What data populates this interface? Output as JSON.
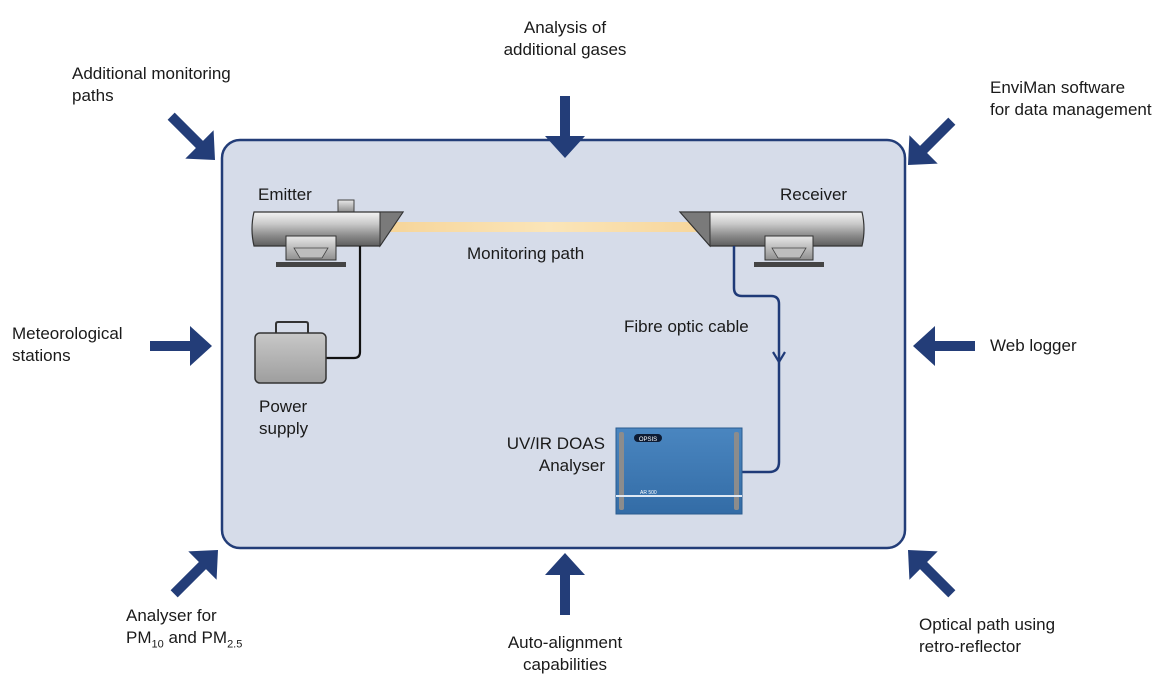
{
  "labels": {
    "monitoring_paths": [
      "Additional monitoring",
      "paths"
    ],
    "gases": [
      "Analysis of",
      "additional gases"
    ],
    "enviman": [
      "EnviMan software",
      "for data management"
    ],
    "meteo": [
      "Meteorological",
      "stations"
    ],
    "weblogger": "Web logger",
    "pm_line1": "Analyser for",
    "pm_line2": {
      "pm": "PM",
      "sub1": "10",
      "and": " and PM",
      "sub2": "2.5"
    },
    "autoalign": [
      "Auto-alignment",
      "capabilities"
    ],
    "optical": [
      "Optical path using",
      "retro-reflector"
    ],
    "emitter": "Emitter",
    "receiver": "Receiver",
    "monitoring_path": "Monitoring path",
    "fibre": "Fibre optic cable",
    "power": [
      "Power",
      "supply"
    ],
    "analyser": [
      "UV/IR DOAS",
      "Analyser"
    ],
    "device_badge": "OPSIS",
    "device_brand": "AR 500"
  },
  "colors": {
    "arrow": "#233d78",
    "panel_fill": "#d6dce9",
    "panel_border": "#233d78",
    "beam": "#f8dca0",
    "cable": "#1f3a78",
    "analyser": "#3d78b4"
  },
  "icons": {
    "arrows": "arrow-icon",
    "emitter": "emitter-icon",
    "receiver": "receiver-icon",
    "power": "power-supply-icon",
    "analyser": "analyser-icon"
  }
}
